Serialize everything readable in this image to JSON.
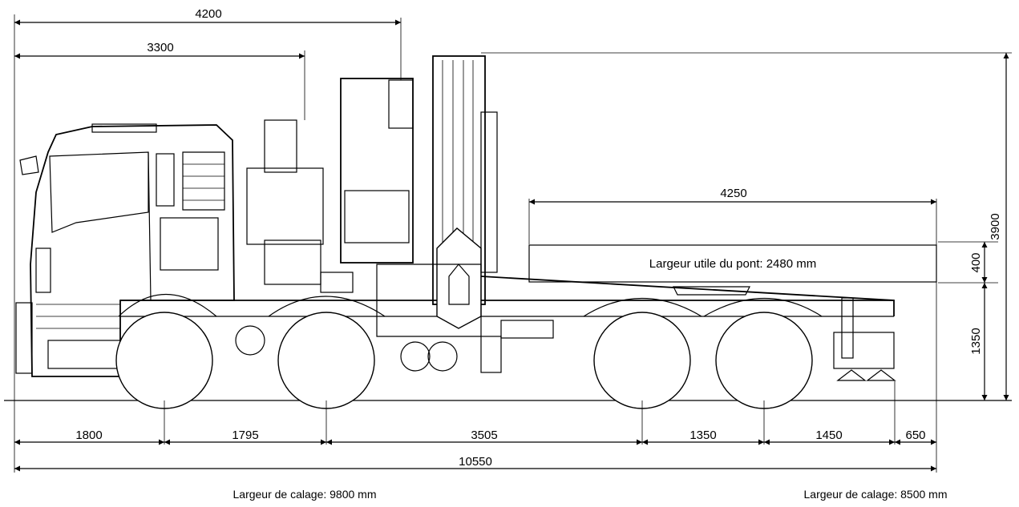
{
  "dimensions": {
    "overall_reach": "4200",
    "cab_to_crane": "3300",
    "total_height": "3900",
    "bed_height": "400",
    "frame_height": "1350",
    "bed_length": "4250",
    "front_overhang": "1800",
    "axle_1_2": "1795",
    "axle_2_3": "3505",
    "axle_3_4": "1350",
    "axle_4_outrigger": "1450",
    "rear_overhang": "650",
    "total_length": "10550"
  },
  "labels": {
    "bed_width": "Largeur utile du pont: 2480 mm",
    "front_outrigger_span": "Largeur de calage: 9800 mm",
    "rear_outrigger_span": "Largeur de calage: 8500 mm"
  }
}
